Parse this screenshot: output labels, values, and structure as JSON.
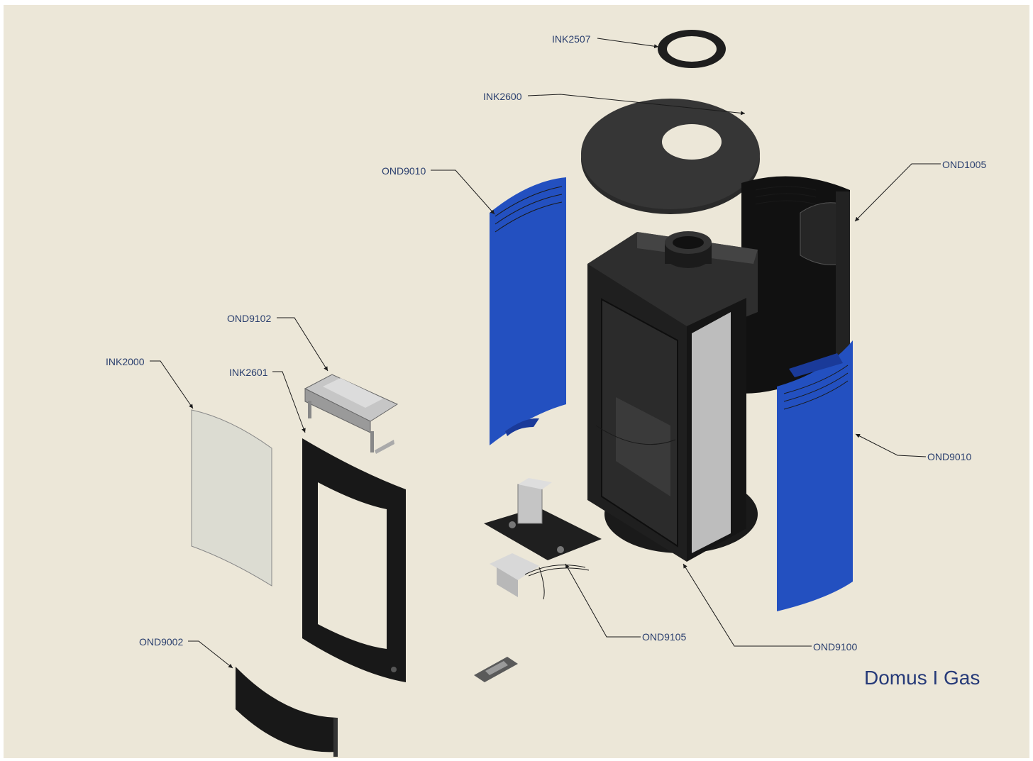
{
  "title": "Domus I Gas",
  "colors": {
    "background": "#ece7d8",
    "panel_blue": "#2350c0",
    "body_black": "#1c1c1c",
    "label_text": "#2a3f6e"
  },
  "parts": {
    "ink2507": "INK2507",
    "ink2600": "INK2600",
    "ond9010_left": "OND9010",
    "ond1005": "OND1005",
    "ond9102": "OND9102",
    "ink2000": "INK2000",
    "ink2601": "INK2601",
    "ond9010_right": "OND9010",
    "ond9105": "OND9105",
    "ond9100": "OND9100",
    "ond9002": "OND9002"
  }
}
